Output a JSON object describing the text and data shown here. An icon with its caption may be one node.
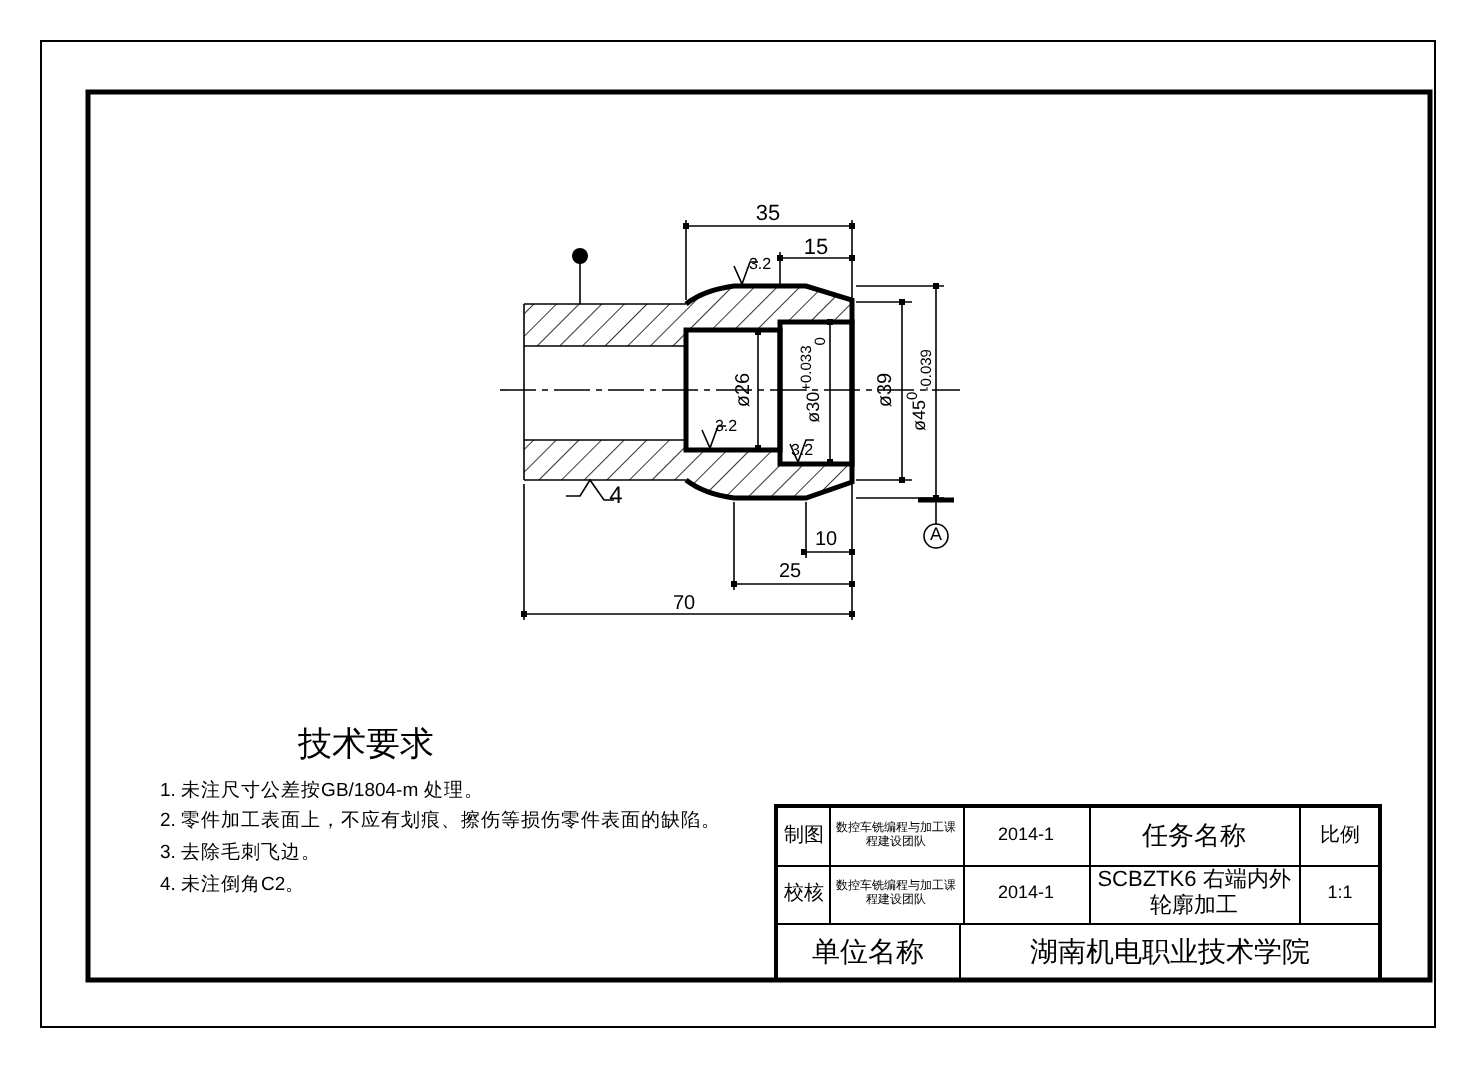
{
  "diagram": {
    "labels": [
      "35",
      "15",
      "3.2",
      "ø26",
      "ø30$^{+0.033}$$_{0}$",
      "ø39",
      "ø45$^{0}$$_{-0.039}$",
      "3.2",
      "3.2",
      "4",
      "A",
      "10",
      "25",
      "70",
      "技术要求",
      "1.  未注尺寸公差按GB/1804-m  处理。",
      "2.  零件加工表面上，不应有划痕、擦伤等损伤零件表面的缺陷。",
      "3.  去除毛刺飞边。",
      "4.  未注倒角C2。",
      "制图",
      "数控车铣编程与加工课程建设团队",
      "2014-1",
      "任务名称",
      "比例",
      "校核",
      "数控车铣编程与加工课程建设团队",
      "2014-1",
      "SCBZTK6 右端内外轮廓加工",
      "1:1",
      "单位名称",
      "湖南机电职业技术学院"
    ]
  }
}
